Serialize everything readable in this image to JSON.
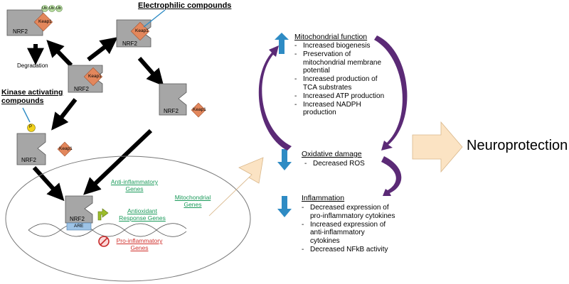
{
  "labels": {
    "electrophilic": "Electrophilic compounds",
    "kinase": "Kinase activating compounds",
    "degradation": "Degradation",
    "nrf2": "NRF2",
    "keap1": "Keap1",
    "ub": "Ub",
    "p": "P",
    "are": "ARE"
  },
  "genes": {
    "anti_inflammatory": "Anti-inflammatory Genes",
    "mitochondrial": "Mitochondrial Genes",
    "antioxidant": "Antioxidant Response Genes",
    "pro_inflammatory": "Pro-inflammatory Genes"
  },
  "outcomes": {
    "mitochondrial": {
      "title": "Mitochondrial function",
      "items": [
        "Increased biogenesis",
        "Preservation of mitochondrial membrane potential",
        "Increased production of TCA substrates",
        "Increased ATP production",
        "Increased NADPH production"
      ]
    },
    "oxidative": {
      "title": "Oxidative damage",
      "items": [
        "Decreased ROS"
      ]
    },
    "inflammation": {
      "title": "Inflammation",
      "items": [
        "Decreased expression of pro-inflammatory cytokines",
        "Increased expression of anti-inflammatory cytokines",
        "Decreased NFkB activity"
      ]
    }
  },
  "result": "Neuroprotection",
  "colors": {
    "nrf2_fill": "#a6a6a6",
    "keap1_fill": "#e3875c",
    "blue_arrow": "#2e8bc4",
    "purple_arrow": "#5b2a76",
    "cream_arrow": "#fbe3c3",
    "gene_green": "#1a9a5a",
    "gene_red": "#d0312d"
  }
}
